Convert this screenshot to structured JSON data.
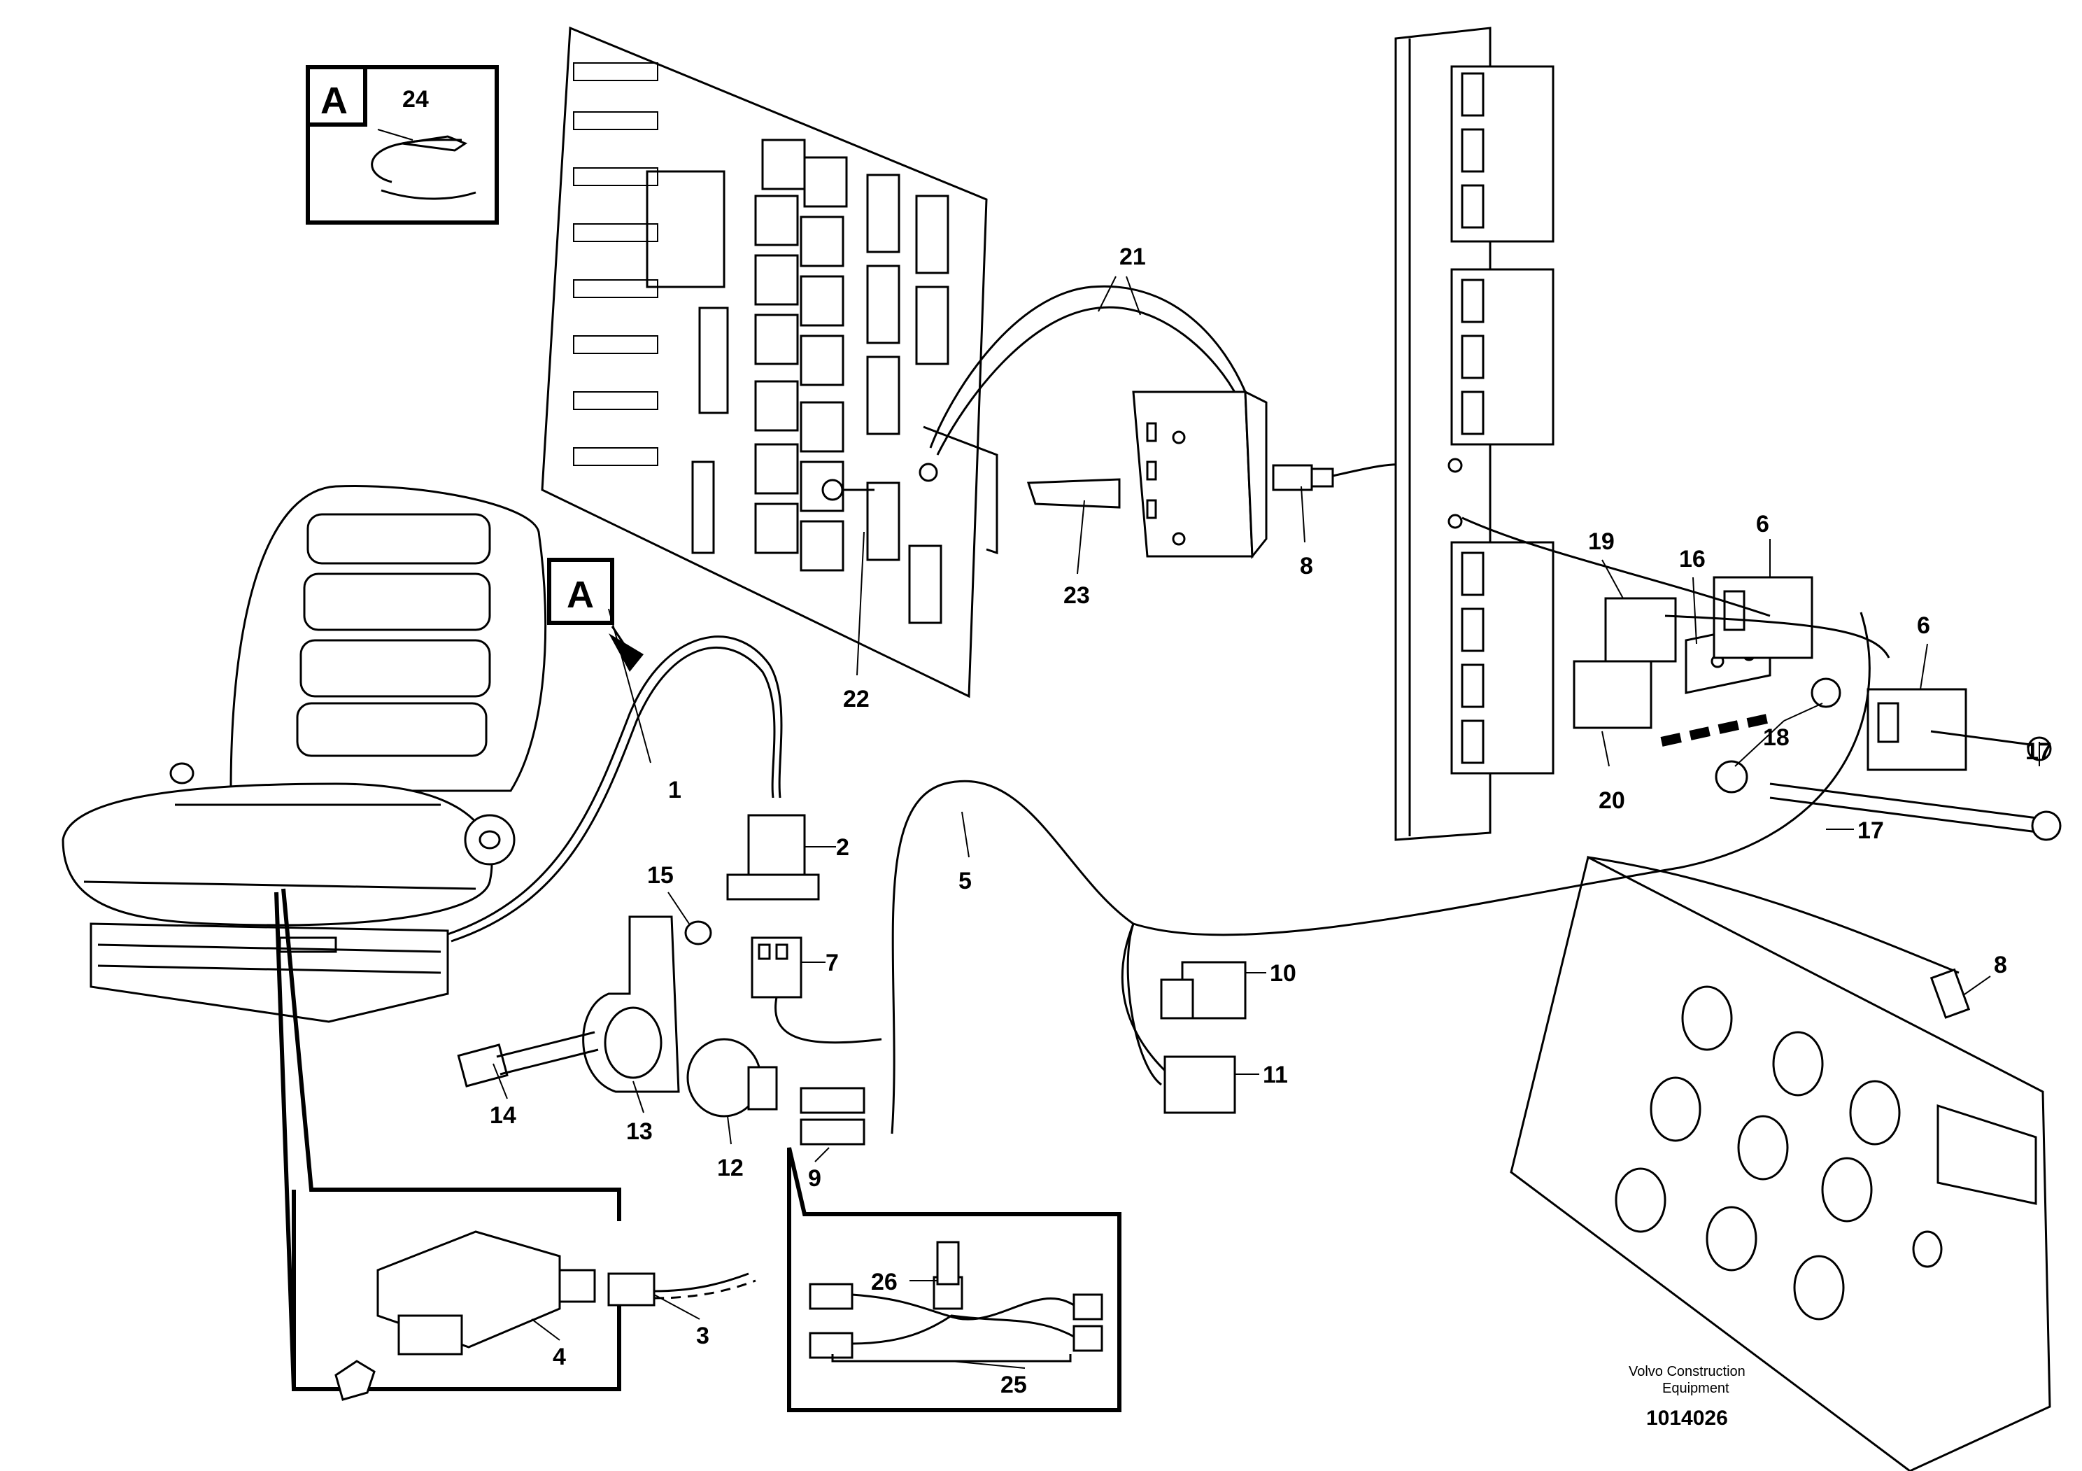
{
  "diagram": {
    "publisher_line1": "Volvo Construction",
    "publisher_line2": "Equipment",
    "figure_number": "1014026",
    "detail_letter": "A",
    "callouts": [
      "1",
      "2",
      "3",
      "4",
      "5",
      "6",
      "7",
      "8",
      "9",
      "10",
      "11",
      "12",
      "13",
      "14",
      "15",
      "16",
      "17",
      "18",
      "19",
      "20",
      "21",
      "22",
      "23",
      "24",
      "25",
      "26"
    ],
    "callout_6b": "6",
    "callout_8b": "8",
    "callout_17b": "17"
  }
}
